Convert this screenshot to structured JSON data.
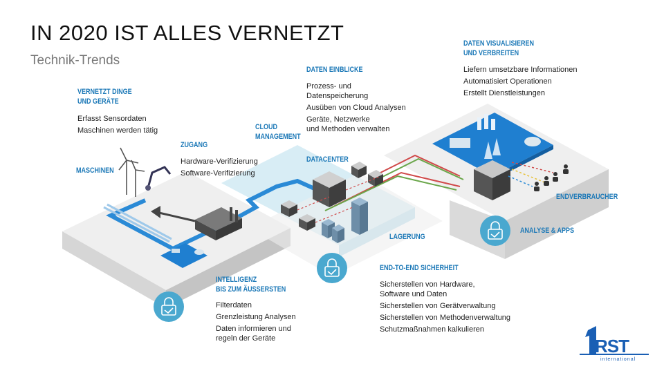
{
  "header": {
    "title": "IN 2020 IST ALLES VERNETZT",
    "subtitle": "Technik-Trends"
  },
  "sections": {
    "vernetzt": {
      "head": [
        "VERNETZT DINGE",
        "UND GERÄTE"
      ],
      "items": [
        "Erfasst Sensordaten",
        "Maschinen werden tätig"
      ]
    },
    "maschinen": {
      "head": [
        "MASCHINEN"
      ]
    },
    "zugang": {
      "head": [
        "ZUGANG"
      ],
      "items": [
        "Hardware-Verifizierung",
        "Software-Verifizierung"
      ]
    },
    "cloud": {
      "head": [
        "CLOUD",
        "MANAGEMENT"
      ]
    },
    "datacenter": {
      "head": [
        "DATACENTER"
      ]
    },
    "einblicke": {
      "head": [
        "DATEN EINBLICKE"
      ],
      "items": [
        "Prozess- und",
        "Datenspeicherung",
        "Ausüben von Cloud Analysen",
        "Geräte, Netzwerke",
        "und Methoden verwalten"
      ]
    },
    "visualisieren": {
      "head": [
        "DATEN VISUALISIEREN",
        "UND VERBREITEN"
      ],
      "items": [
        "Liefern umsetzbare Informationen",
        "Automatisiert Operationen",
        "Erstellt Dienstleistungen"
      ]
    },
    "endverbraucher": {
      "head": [
        "ENDVERBRAUCHER"
      ]
    },
    "analyse": {
      "head": [
        "ANALYSE & APPS"
      ]
    },
    "lagerung": {
      "head": [
        "LAGERUNG"
      ]
    },
    "sicherheit": {
      "head": [
        "END-TO-END SICHERHEIT"
      ],
      "items": [
        "Sicherstellen von Hardware,",
        "Software und Daten",
        "Sicherstellen von Gerätverwaltung",
        "Sicherstellen von Methodenverwaltung",
        "Schutzmaßnahmen kalkulieren"
      ]
    },
    "intelligenz": {
      "head": [
        "INTELLIGENZ",
        "BIS ZUM ÄUSSERSTEN"
      ],
      "items": [
        "Filterdaten",
        "Grenzleistung Analysen",
        "Daten informieren und",
        "regeln der Geräte"
      ]
    }
  },
  "logo": {
    "text": "FIRST",
    "tagline": "international"
  },
  "colors": {
    "accent": "#1b78b7",
    "platform": "#eeeeee",
    "cloud": "#d8edf5",
    "pipe": "#2a8ad6",
    "lock": "#4aa8cf"
  }
}
